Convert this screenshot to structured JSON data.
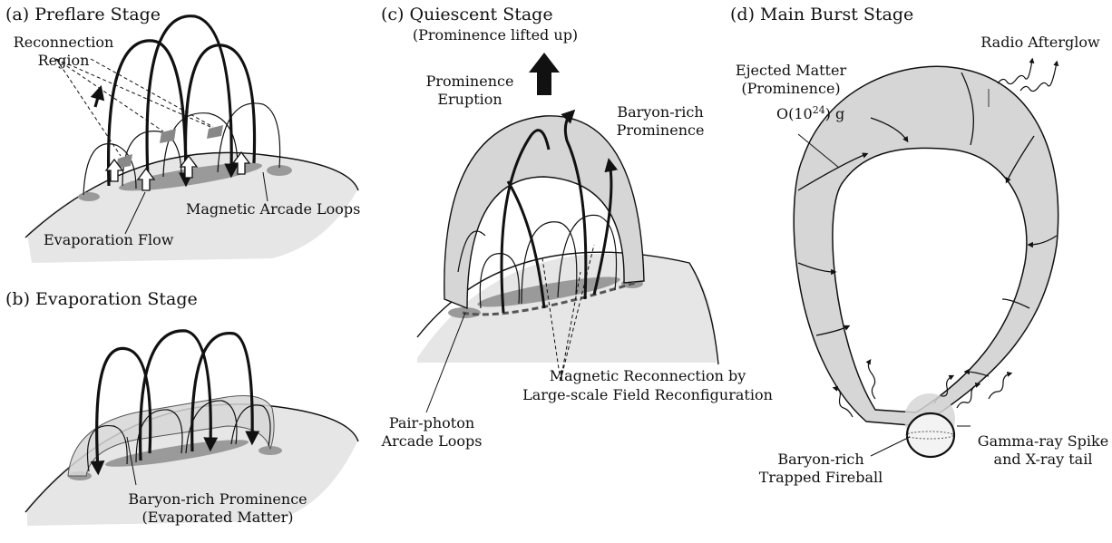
{
  "panels": {
    "a": {
      "title": "(a) Preflare Stage",
      "reconnection_region": [
        "Reconnection",
        "Region"
      ],
      "evaporation_flow": "Evaporation Flow",
      "magnetic_arcade_loops": "Magnetic Arcade Loops"
    },
    "b": {
      "title": "(b) Evaporation Stage",
      "prominence": [
        "Baryon-rich Prominence",
        "(Evaporated Matter)"
      ]
    },
    "c": {
      "title": "(c) Quiescent Stage",
      "subtitle": "(Prominence lifted up)",
      "eruption": [
        "Prominence",
        "Eruption"
      ],
      "baryon_prominence": [
        "Baryon-rich",
        "Prominence"
      ],
      "reconnection": [
        "Magnetic Reconnection by",
        "Large-scale Field Reconfiguration"
      ],
      "pair_photon": [
        "Pair-photon",
        "Arcade Loops"
      ]
    },
    "d": {
      "title": "(d) Main Burst Stage",
      "ejected": [
        "Ejected Matter",
        "(Prominence)"
      ],
      "mass_prefix": "O(10",
      "mass_exp": "24",
      "mass_suffix": ") g",
      "radio": "Radio Afterglow",
      "gamma": [
        "Gamma-ray Spike",
        "and X-ray tail"
      ],
      "fireball": [
        "Baryon-rich",
        "Trapped Fireball"
      ]
    }
  },
  "colors": {
    "surface": "#e6e6e6",
    "footpoint": "#9a9a9a",
    "prominence": "#d6d6d6",
    "ink": "#111111"
  }
}
